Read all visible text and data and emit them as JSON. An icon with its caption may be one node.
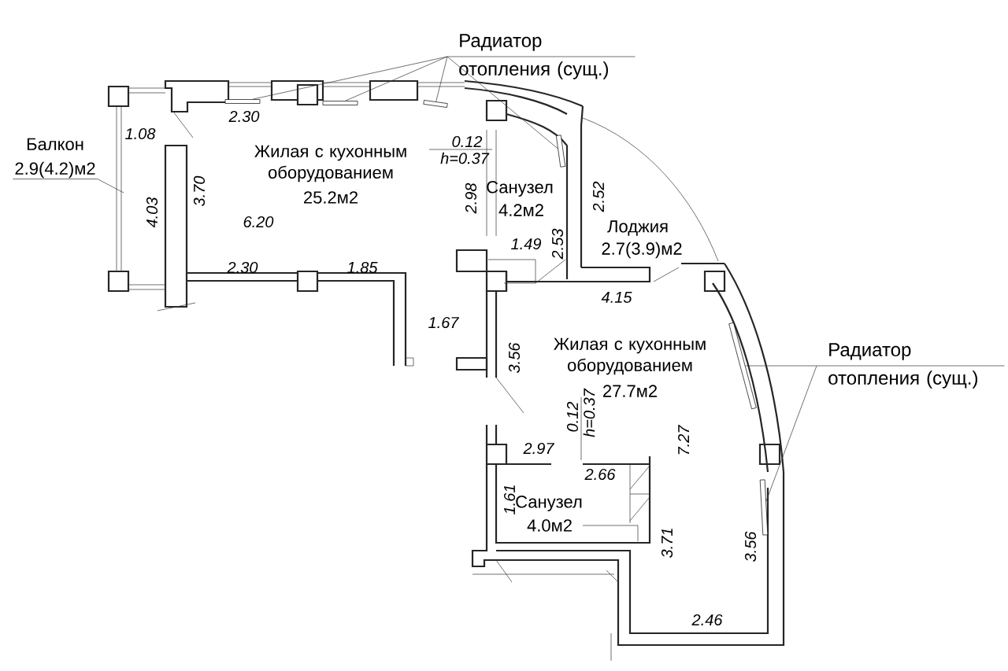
{
  "diagram": {
    "nodes": [
      {
        "text": [
          "Радиатор отопления (сущ.)"
        ]
      },
      {
        "text": [],
        "shape": "bar"
      },
      {
        "text": [],
        "shape": "bar"
      },
      {
        "text": [],
        "shape": "bar"
      },
      {
        "text": [],
        "shape": "bar"
      },
      {
        "text": [
          "Радиатор отопления (сущ.)"
        ]
      },
      {
        "text": [],
        "shape": "bar"
      },
      {
        "text": [],
        "shape": "bar"
      },
      {
        "text": [
          "Балкон",
          "2.9(4.2)м2"
        ]
      }
    ],
    "edges": [
      {
        "from": 0,
        "to": 1,
        "arrow": "none"
      },
      {
        "from": 0,
        "to": 2,
        "arrow": "none"
      },
      {
        "from": 0,
        "to": 3,
        "arrow": "none"
      },
      {
        "from": 0,
        "to": 4,
        "arrow": "none"
      },
      {
        "from": 5,
        "to": 6,
        "arrow": "none"
      },
      {
        "from": 5,
        "to": 7,
        "arrow": "none"
      },
      {
        "from": 8,
        "to": null,
        "arrow": "none"
      }
    ],
    "labels": [
      "2.30",
      "1.08",
      "0.12",
      "h=0.37",
      "Жилая с кухонным оборудованием",
      "25.2м2",
      "3.70",
      "4.03",
      "2.98",
      "Санузел",
      "4.2м2",
      "2.52",
      "6.20",
      "Лоджия",
      "2.7(3.9)м2",
      "1.49",
      "2.53",
      "2.30",
      "1.85",
      "4.15",
      "1.67",
      "Жилая с кухонным оборудованием",
      "27.7м2",
      "3.56",
      "0.12",
      "h=0.37",
      "2.97",
      "7.27",
      "2.66",
      "Санузел",
      "1.61",
      "4.0м2",
      "3.71",
      "3.56",
      "2.46"
    ]
  }
}
